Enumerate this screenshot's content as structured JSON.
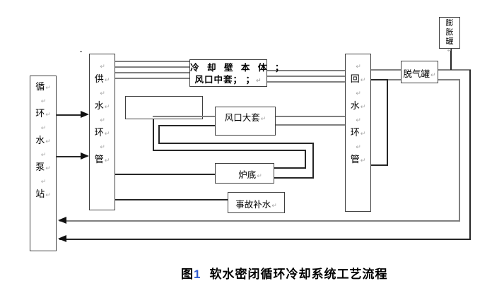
{
  "glyphs": {
    "return_mark": "↵"
  },
  "colors": {
    "pipe_gray": "#7f7f7f",
    "pipe_black": "#262626",
    "box_border": "#3f3f3f",
    "caption_number_blue": "#2f5bd0"
  },
  "boxes": {
    "pump_station": {
      "name": "循环水泵站",
      "chars": [
        "循",
        "",
        "环",
        "",
        "水",
        "",
        "泵",
        "",
        "站"
      ]
    },
    "supply_ring": {
      "name": "供水环管",
      "chars": [
        "",
        "供",
        "",
        "水",
        "",
        "环",
        "",
        "管"
      ]
    },
    "return_ring": {
      "name": "回水环管",
      "chars": [
        "",
        "回",
        "",
        "水",
        "",
        "环",
        "",
        "管"
      ]
    },
    "cooling_wall": {
      "line1": "冷 却 壁 本 体 ；",
      "line2": "风口中套； ；"
    },
    "unlabeled": {
      "label": ""
    },
    "tuyere_large_sleeve": {
      "label": "风口大套"
    },
    "furnace_bottom": {
      "label": "炉底"
    },
    "emergency_makeup_water": {
      "label": "事故补水"
    },
    "degassing_tank": {
      "label": "脱气罐"
    },
    "expansion_tank": {
      "name": "膨胀罐",
      "chars": [
        "膨",
        "胀",
        "罐"
      ]
    }
  },
  "caption": {
    "prefix": "图",
    "number": "1",
    "title": "软水密闭循环冷却系统工艺流程"
  }
}
